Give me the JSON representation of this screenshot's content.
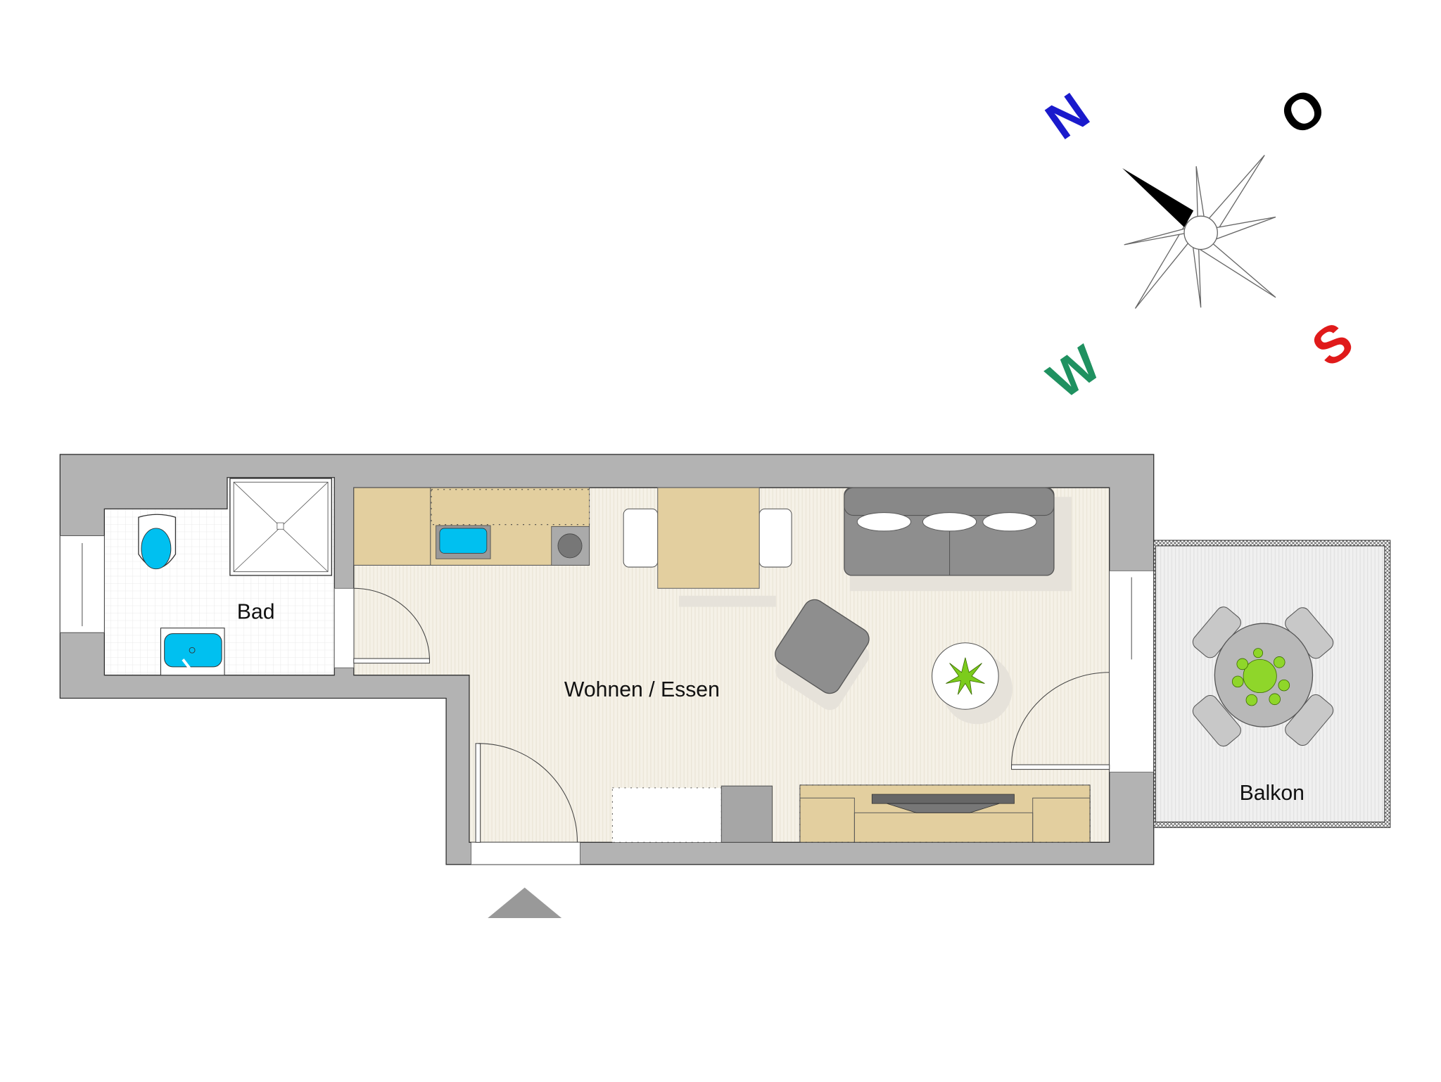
{
  "rooms": {
    "bathroom": "Bad",
    "living": "Wohnen / Essen",
    "balcony": "Balkon"
  },
  "compass": {
    "north": "N",
    "east": "O",
    "south": "S",
    "west": "W",
    "colors": {
      "north": "#1a1acc",
      "east": "#000000",
      "south": "#e01a1a",
      "west": "#1f9160"
    }
  },
  "colors": {
    "wall": "#b3b3b3",
    "floor": "#f4f0e6",
    "wood": "#e3cf9f",
    "furniture_gray": "#8e8e8e",
    "water": "#00c0f0",
    "plant": "#7ccc1c"
  }
}
